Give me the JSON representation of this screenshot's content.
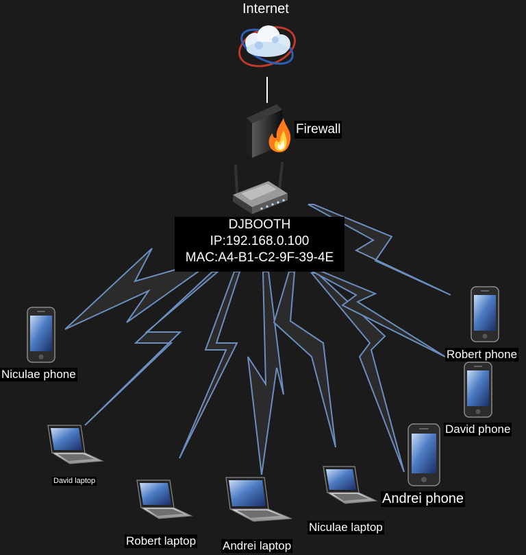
{
  "nodes": {
    "internet": {
      "label": "Internet"
    },
    "firewall": {
      "label": "Firewall"
    },
    "router": {
      "name": "DJBOOTH",
      "ip": "IP:192.168.0.100",
      "mac": "MAC:A4-B1-C2-9F-39-4E"
    },
    "devices": [
      {
        "label": "Niculae phone",
        "type": "phone"
      },
      {
        "label": "David laptop",
        "type": "laptop"
      },
      {
        "label": "Robert laptop",
        "type": "laptop"
      },
      {
        "label": "Andrei laptop",
        "type": "laptop"
      },
      {
        "label": "Niculae laptop",
        "type": "laptop"
      },
      {
        "label": "Andrei phone",
        "type": "phone"
      },
      {
        "label": "David phone",
        "type": "phone"
      },
      {
        "label": "Robert phone",
        "type": "phone"
      }
    ]
  },
  "colors": {
    "background": "#1b1b1b",
    "link_fill": "#2b2b2b",
    "link_stroke": "#6c8ebf",
    "label_text": "#ffffff",
    "label_background": "#000000"
  }
}
